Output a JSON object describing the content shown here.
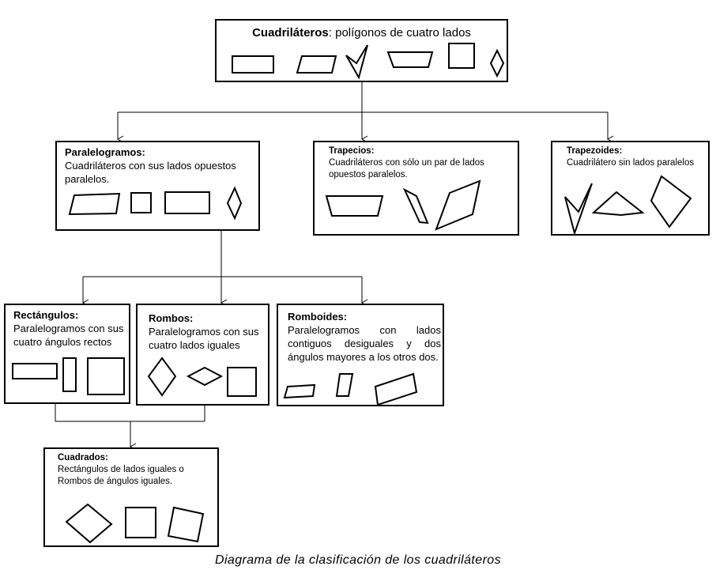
{
  "root": {
    "title": "Cuadriláteros",
    "text": ": polígonos de cuatro lados"
  },
  "paralelogramos": {
    "title": "Paralelogramos:",
    "text": "Cuadriláteros con sus lados opuestos paralelos."
  },
  "trapecios": {
    "title": "Trapecios:",
    "text": "Cuadriláteros con sólo un par de lados opuestos paralelos."
  },
  "trapezoides": {
    "title": "Trapezoides:",
    "text": "Cuadrilátero sin lados paralelos"
  },
  "rectangulos": {
    "title": "Rectángulos:",
    "text": "Paralelogramos con sus cuatro ángulos rectos"
  },
  "rombos": {
    "title": "Rombos:",
    "text": "Paralelogramos con sus cuatro lados iguales"
  },
  "romboides": {
    "title": "Romboides:",
    "text": "Paralelogramos con lados contiguos desiguales y dos ángulos mayores a los otros dos."
  },
  "cuadrados": {
    "title": "Cuadrados:",
    "text": "Rectángulos de lados iguales o Rombos de ángulos iguales."
  },
  "caption": "Diagrama de la clasificación de los cuadriláteros"
}
